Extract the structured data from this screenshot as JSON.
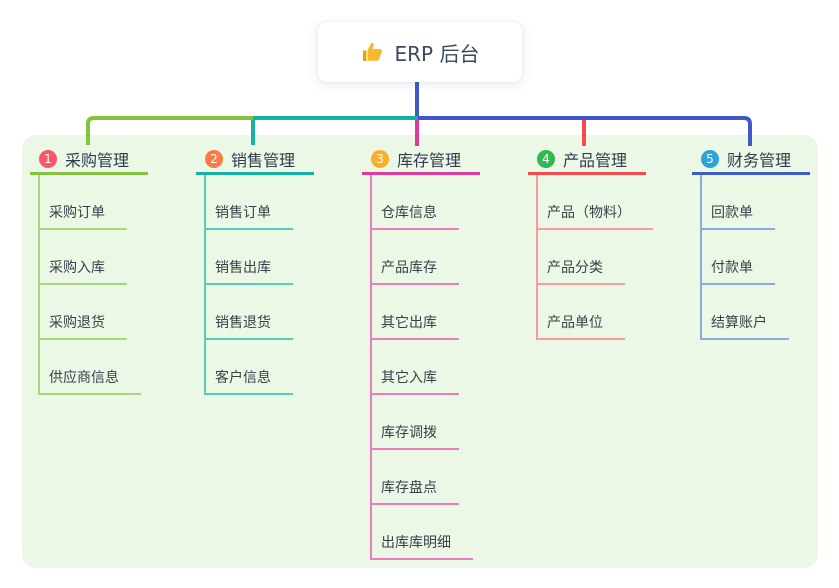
{
  "root": {
    "label": "ERP 后台",
    "icon": "thumbs-up-icon",
    "icon_color": "#f5b82e"
  },
  "colors": {
    "page_bg": "#ffffff",
    "panel_bg": "#ecf8e6",
    "root_text": "#3a4860",
    "connector_blue": "#4059c8"
  },
  "branches": [
    {
      "badge": "1",
      "label": "采购管理",
      "badge_color": "#f8566b",
      "line_color": "#85c23d",
      "child_line_color": "#a9d67b",
      "children": [
        "采购订单",
        "采购入库",
        "采购退货",
        "供应商信息"
      ]
    },
    {
      "badge": "2",
      "label": "销售管理",
      "badge_color": "#f97c46",
      "line_color": "#16b0a5",
      "child_line_color": "#5ac9be",
      "children": [
        "销售订单",
        "销售出库",
        "销售退货",
        "客户信息"
      ]
    },
    {
      "badge": "3",
      "label": "库存管理",
      "badge_color": "#fbaf27",
      "line_color": "#df3a9f",
      "child_line_color": "#ee7ac2",
      "children": [
        "仓库信息",
        "产品库存",
        "其它出库",
        "其它入库",
        "库存调拨",
        "库存盘点",
        "出库库明细"
      ]
    },
    {
      "badge": "4",
      "label": "产品管理",
      "badge_color": "#2fb950",
      "line_color": "#f54a4f",
      "child_line_color": "#f89b9b",
      "children": [
        "产品（物料）",
        "产品分类",
        "产品单位"
      ]
    },
    {
      "badge": "5",
      "label": "财务管理",
      "badge_color": "#2aa4da",
      "line_color": "#3d5bc7",
      "child_line_color": "#8ea8e0",
      "children": [
        "回款单",
        "付款单",
        "结算账户"
      ]
    }
  ]
}
